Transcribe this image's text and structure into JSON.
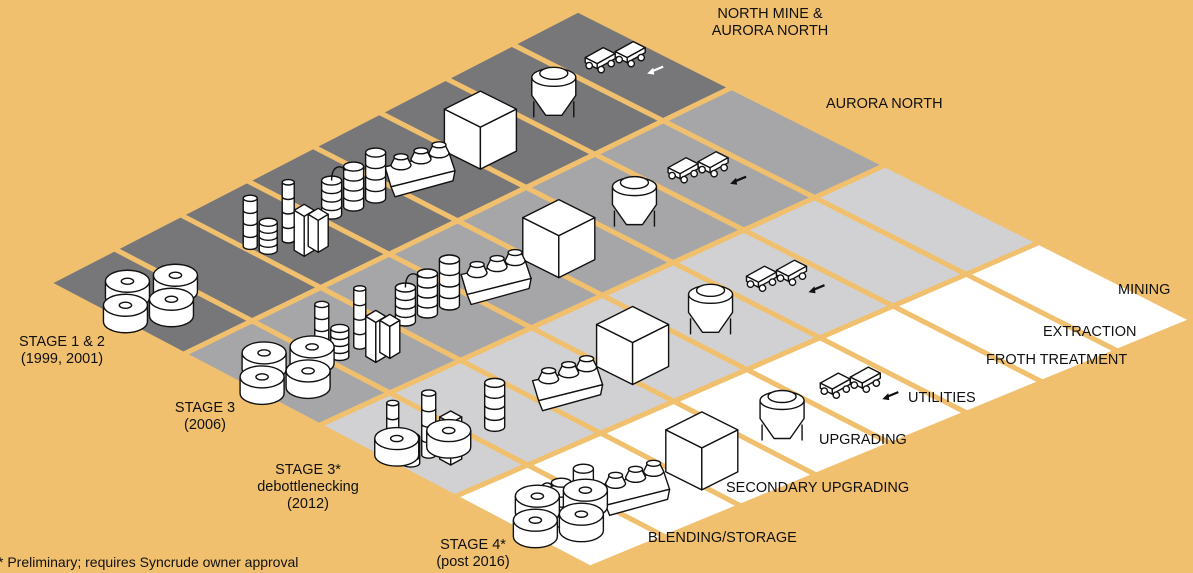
{
  "stages": [
    {
      "name": "STAGE 1 & 2",
      "years": "(1999, 2001)"
    },
    {
      "name": "STAGE 3",
      "years": "(2006)"
    },
    {
      "name": "STAGE 3*",
      "detail": "debottlenecking",
      "years": "(2012)"
    },
    {
      "name": "STAGE 4*",
      "years": "(post 2016)"
    }
  ],
  "process_rows": [
    "NORTH MINE &",
    "AURORA NORTH",
    "AURORA NORTH",
    "MINING",
    "EXTRACTION",
    "FROTH TREATMENT",
    "UTILITIES",
    "UPGRADING",
    "SECONDARY UPGRADING",
    "BLENDING/STORAGE"
  ],
  "footnote": "* Preliminary; requires Syncrude owner approval",
  "colors": {
    "background": "#f0c06e",
    "stage_1_2": "#77777a",
    "stage_3": "#a6a6a9",
    "stage_3_debottlenecking": "#d1d1d3",
    "stage_4": "#ffffff",
    "divider": "#f0c06e"
  }
}
